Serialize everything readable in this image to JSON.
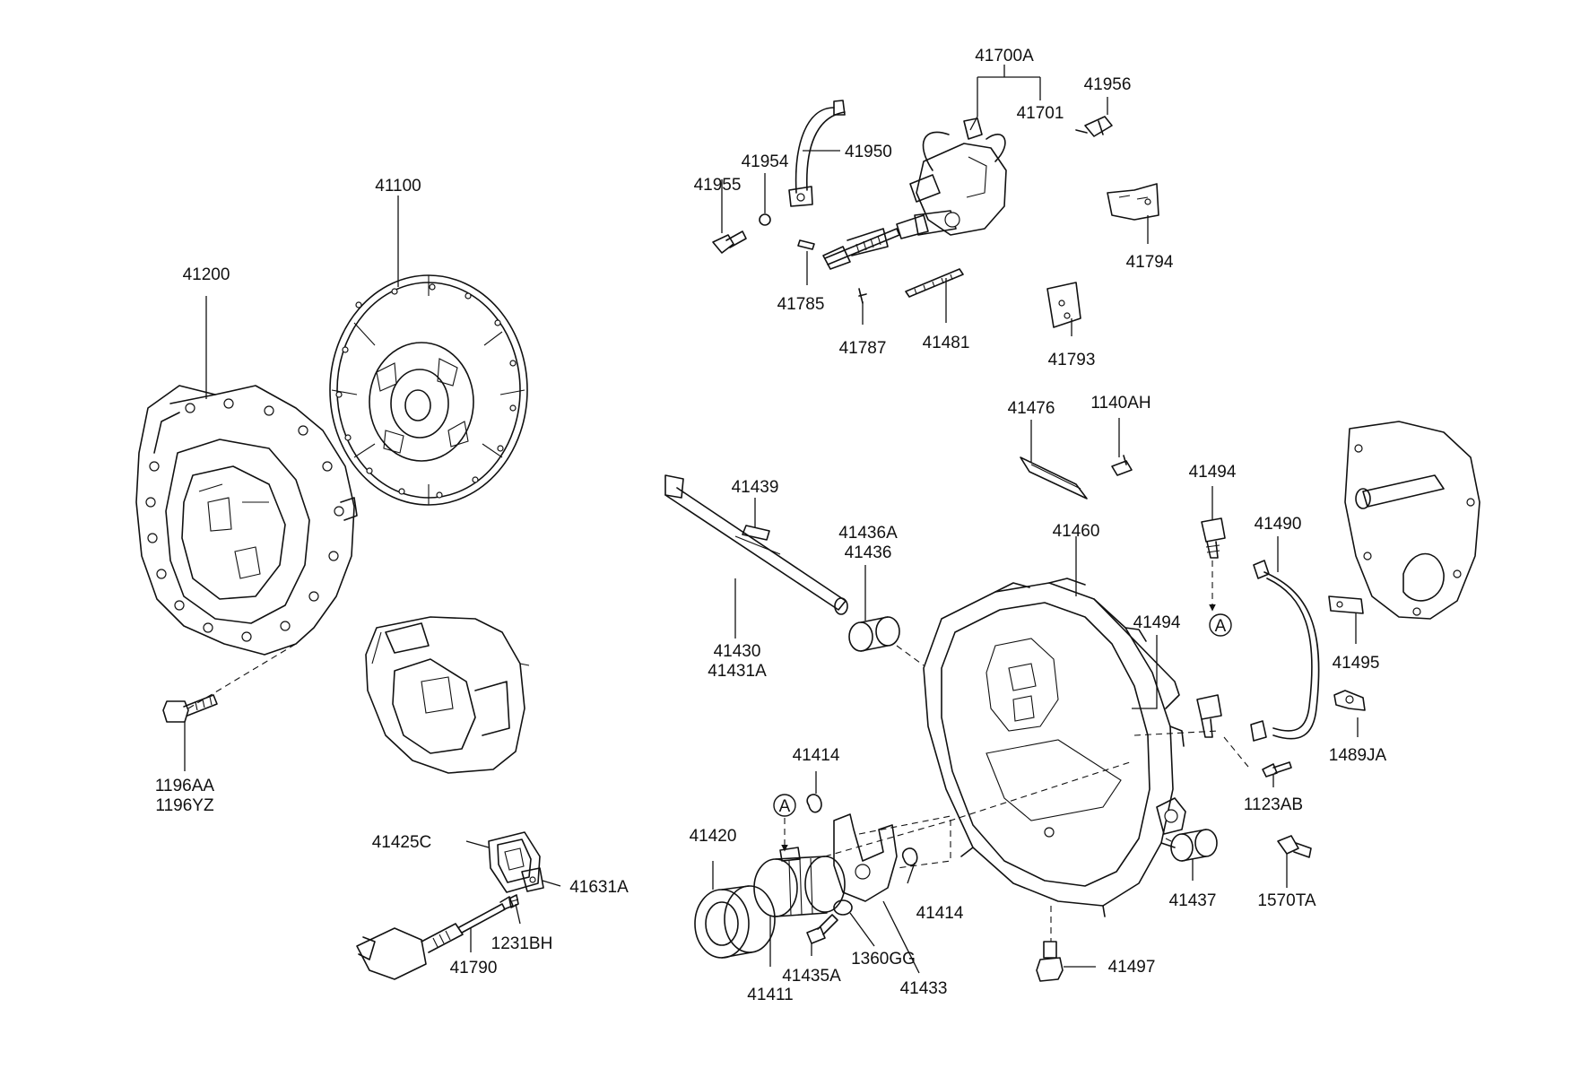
{
  "labels": {
    "p41700A": "41700A",
    "p41701": "41701",
    "p41956": "41956",
    "p41954": "41954",
    "p41950": "41950",
    "p41955": "41955",
    "p41785": "41785",
    "p41787": "41787",
    "p41481": "41481",
    "p41794": "41794",
    "p41793": "41793",
    "p41100": "41100",
    "p41200": "41200",
    "p41476": "41476",
    "p1140AH": "1140AH",
    "p41494a": "41494",
    "p41490": "41490",
    "p41439": "41439",
    "p41436A": "41436A",
    "p41436": "41436",
    "p41460": "41460",
    "p41430": "41430",
    "p41431A": "41431A",
    "p41494b": "41494",
    "p41495": "41495",
    "p1196AA": "1196AA",
    "p1196YZ": "1196YZ",
    "p1489JA": "1489JA",
    "p41414a": "41414",
    "p1123AB": "1123AB",
    "p41425C": "41425C",
    "p41420": "41420",
    "p41631A": "41631A",
    "p41414b": "41414",
    "p41437": "41437",
    "p1570TA": "1570TA",
    "p1231BH": "1231BH",
    "p1360GG": "1360GG",
    "p41790": "41790",
    "p41497": "41497",
    "p41435A": "41435A",
    "p41411": "41411",
    "p41433": "41433"
  },
  "refs": {
    "refA": "A"
  }
}
